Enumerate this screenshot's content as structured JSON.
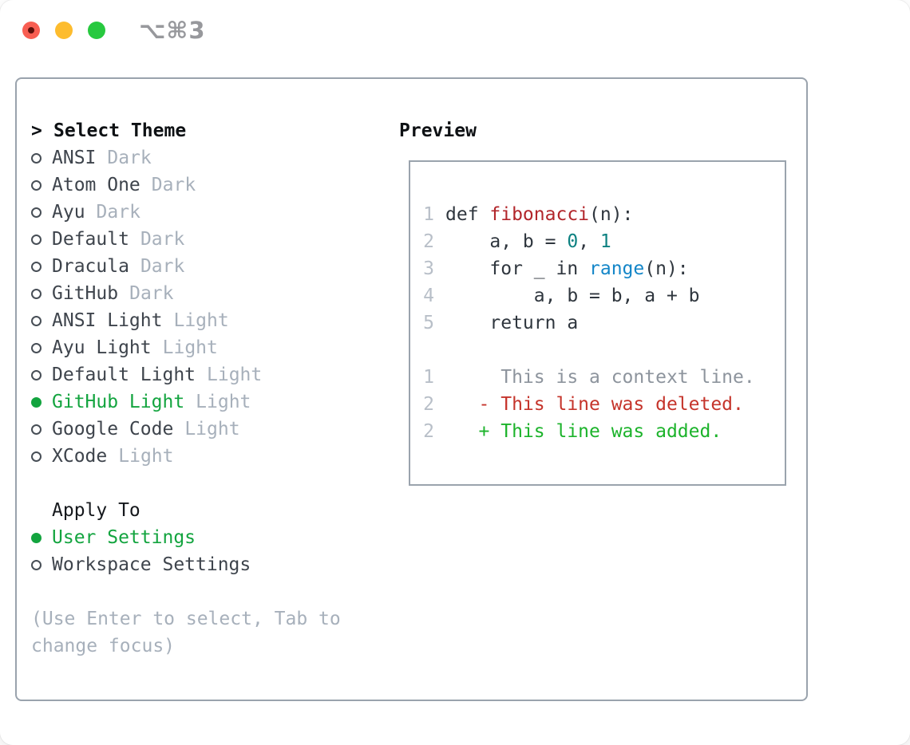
{
  "window": {
    "shortcut": "⌥⌘3"
  },
  "theme_panel": {
    "prompt": ">",
    "title": "Select Theme",
    "items": [
      {
        "label": "ANSI",
        "variant": "Dark",
        "selected": false
      },
      {
        "label": "Atom One",
        "variant": "Dark",
        "selected": false
      },
      {
        "label": "Ayu",
        "variant": "Dark",
        "selected": false
      },
      {
        "label": "Default",
        "variant": "Dark",
        "selected": false
      },
      {
        "label": "Dracula",
        "variant": "Dark",
        "selected": false
      },
      {
        "label": "GitHub",
        "variant": "Dark",
        "selected": false
      },
      {
        "label": "ANSI Light",
        "variant": "Light",
        "selected": false
      },
      {
        "label": "Ayu Light",
        "variant": "Light",
        "selected": false
      },
      {
        "label": "Default Light",
        "variant": "Light",
        "selected": false
      },
      {
        "label": "GitHub Light",
        "variant": "Light",
        "selected": true
      },
      {
        "label": "Google Code",
        "variant": "Light",
        "selected": false
      },
      {
        "label": "XCode",
        "variant": "Light",
        "selected": false
      }
    ],
    "apply_to": {
      "title": "Apply To",
      "options": [
        {
          "label": "User Settings",
          "selected": true
        },
        {
          "label": "Workspace Settings",
          "selected": false
        }
      ]
    },
    "hint": "(Use Enter to select, Tab to change focus)"
  },
  "preview": {
    "title": "Preview",
    "code_lines": [
      {
        "num": "1",
        "segments": [
          {
            "t": "def ",
            "c": "default"
          },
          {
            "t": "fibonacci",
            "c": "function"
          },
          {
            "t": "(n):",
            "c": "default"
          }
        ]
      },
      {
        "num": "2",
        "segments": [
          {
            "t": "    a, b = ",
            "c": "default"
          },
          {
            "t": "0",
            "c": "number"
          },
          {
            "t": ", ",
            "c": "default"
          },
          {
            "t": "1",
            "c": "number"
          }
        ]
      },
      {
        "num": "3",
        "segments": [
          {
            "t": "    for _ in ",
            "c": "default"
          },
          {
            "t": "range",
            "c": "builtin"
          },
          {
            "t": "(n):",
            "c": "default"
          }
        ]
      },
      {
        "num": "4",
        "segments": [
          {
            "t": "        a, b = b, a + b",
            "c": "default"
          }
        ]
      },
      {
        "num": "5",
        "segments": [
          {
            "t": "    return a",
            "c": "default"
          }
        ]
      },
      {
        "num": "",
        "segments": []
      },
      {
        "num": "1",
        "segments": [
          {
            "t": "     This is a context line.",
            "c": "context"
          }
        ]
      },
      {
        "num": "2",
        "segments": [
          {
            "t": "   - This line was deleted.",
            "c": "deleted"
          }
        ]
      },
      {
        "num": "2",
        "segments": [
          {
            "t": "   + This line was added.",
            "c": "added"
          }
        ]
      }
    ]
  },
  "palette": {
    "ui_green": "#13a43f",
    "border": "#9aa3ad",
    "muted": "#a7b0bb",
    "traffic": {
      "red": "#f85e52",
      "yellow": "#fdbc2e",
      "green": "#27c93f"
    },
    "code": {
      "default": "#2f363e",
      "function": "#b2262b",
      "number": "#0d8181",
      "builtin": "#1486c8",
      "context": "#8d949d",
      "deleted": "#c5342b",
      "added": "#1cb32b",
      "gutter": "#b8bfc8"
    }
  }
}
